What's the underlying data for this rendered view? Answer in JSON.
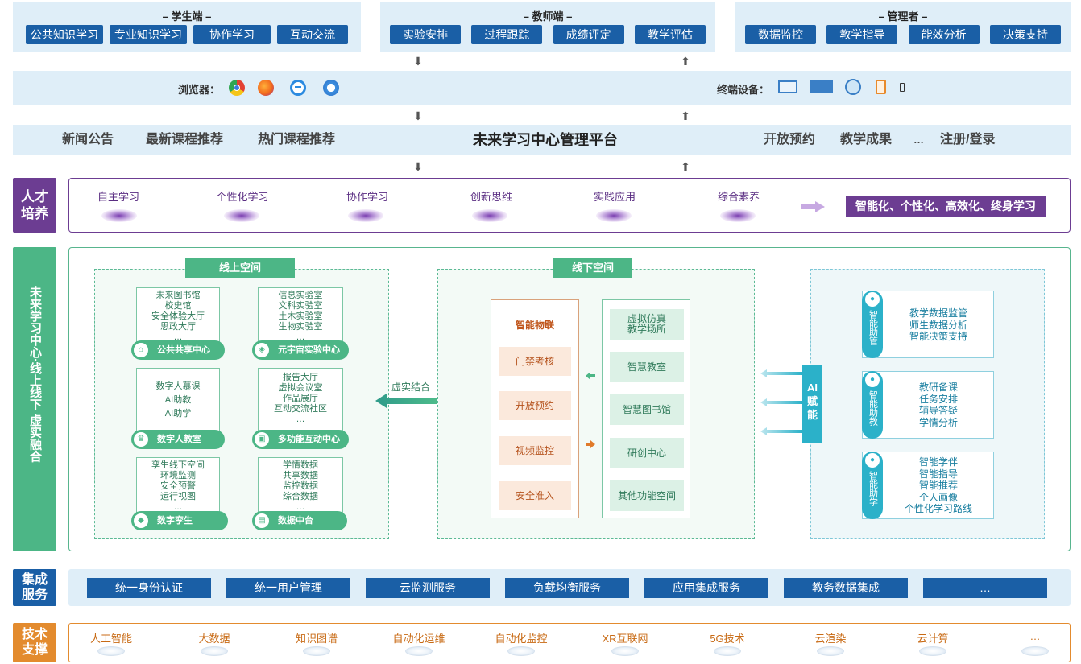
{
  "roles": [
    {
      "title": "– 学生端 –",
      "buttons": [
        "公共知识学习",
        "专业知识学习",
        "协作学习",
        "互动交流"
      ]
    },
    {
      "title": "– 教师端 –",
      "buttons": [
        "实验安排",
        "过程跟踪",
        "成绩评定",
        "教学评估"
      ]
    },
    {
      "title": "– 管理者 –",
      "buttons": [
        "数据监控",
        "教学指导",
        "能效分析",
        "决策支持"
      ]
    }
  ],
  "arrows": {
    "down": "⬇",
    "up": "⬆"
  },
  "browser_label": "浏览器：",
  "browser_icons": [
    "chrome-icon",
    "firefox-icon",
    "ie-icon",
    "safari-icon"
  ],
  "device_label": "终端设备：",
  "device_icons": [
    "monitor-icon",
    "laptop-icon",
    "robot-icon",
    "tablet-icon",
    "phone-icon"
  ],
  "nav": {
    "left": [
      "新闻公告",
      "最新课程推荐",
      "热门课程推荐"
    ],
    "title": "未来学习中心管理平台",
    "right": [
      "开放预约",
      "教学成果",
      "…",
      "注册/登录"
    ]
  },
  "side": {
    "talent": "人才培养",
    "center": "未来学习中心·线上线下 虚实融合",
    "integration": "集成服务",
    "tech": "技术支撑"
  },
  "talent": {
    "items": [
      "自主学习",
      "个性化学习",
      "协作学习",
      "创新思维",
      "实践应用",
      "综合素养"
    ],
    "goal": "智能化、个性化、高效化、终身学习"
  },
  "online": {
    "title": "线上空间",
    "blocks": [
      {
        "lines": [
          "未来图书馆",
          "校史馆",
          "安全体验大厅",
          "思政大厅",
          "…"
        ],
        "pill": "公共共享中心",
        "icon": "museum-icon"
      },
      {
        "lines": [
          "信息实验室",
          "文科实验室",
          "土木实验室",
          "生物实验室",
          "…"
        ],
        "pill": "元宇宙实验中心",
        "icon": "shield-icon"
      },
      {
        "lines": [
          "数字人慕课",
          "AI助教",
          "AI助学"
        ],
        "pill": "数字人教室",
        "icon": "trophy-icon"
      },
      {
        "lines": [
          "报告大厅",
          "虚拟会议室",
          "作品展厅",
          "互动交流社区",
          "…"
        ],
        "pill": "多功能互动中心",
        "icon": "camera-icon"
      },
      {
        "lines": [
          "孪生线下空间",
          "环境监测",
          "安全预警",
          "运行视图",
          "…"
        ],
        "pill": "数字孪生",
        "icon": "cube-icon"
      },
      {
        "lines": [
          "学情数据",
          "共享数据",
          "监控数据",
          "综合数据",
          "…"
        ],
        "pill": "数据中台",
        "icon": "dashboard-icon"
      }
    ]
  },
  "fusion_label": "虚实结合",
  "offline": {
    "title": "线下空间",
    "iot_title": "智能物联",
    "iot_items": [
      "门禁考核",
      "开放预约",
      "视频监控",
      "安全准入"
    ],
    "spaces": [
      "虚拟仿真\n教学场所",
      "智慧教室",
      "智慧图书馆",
      "研创中心",
      "其他功能空间"
    ]
  },
  "ai": {
    "label": "AI赋能",
    "cards": [
      {
        "tag": "智能助管",
        "lines": [
          "教学数据监管",
          "师生数据分析",
          "智能决策支持"
        ]
      },
      {
        "tag": "智能助教",
        "lines": [
          "教研备课",
          "任务安排",
          "辅导答疑",
          "学情分析"
        ]
      },
      {
        "tag": "智能助学",
        "lines": [
          "智能学伴",
          "智能指导",
          "智能推荐",
          "个人画像",
          "个性化学习路线"
        ]
      }
    ]
  },
  "integration": [
    "统一身份认证",
    "统一用户管理",
    "云监测服务",
    "负载均衡服务",
    "应用集成服务",
    "教务数据集成",
    "…"
  ],
  "tech": [
    "人工智能",
    "大数据",
    "知识图谱",
    "自动化运维",
    "自动化监控",
    "XR互联网",
    "5G技术",
    "云渲染",
    "云计算",
    "…"
  ],
  "colors": {
    "blue": "#1a5fa6",
    "light_blue": "#dfeef8",
    "purple": "#6c3d92",
    "green": "#4cb686",
    "orange": "#e38b2e",
    "cyan": "#2bb1c9"
  }
}
